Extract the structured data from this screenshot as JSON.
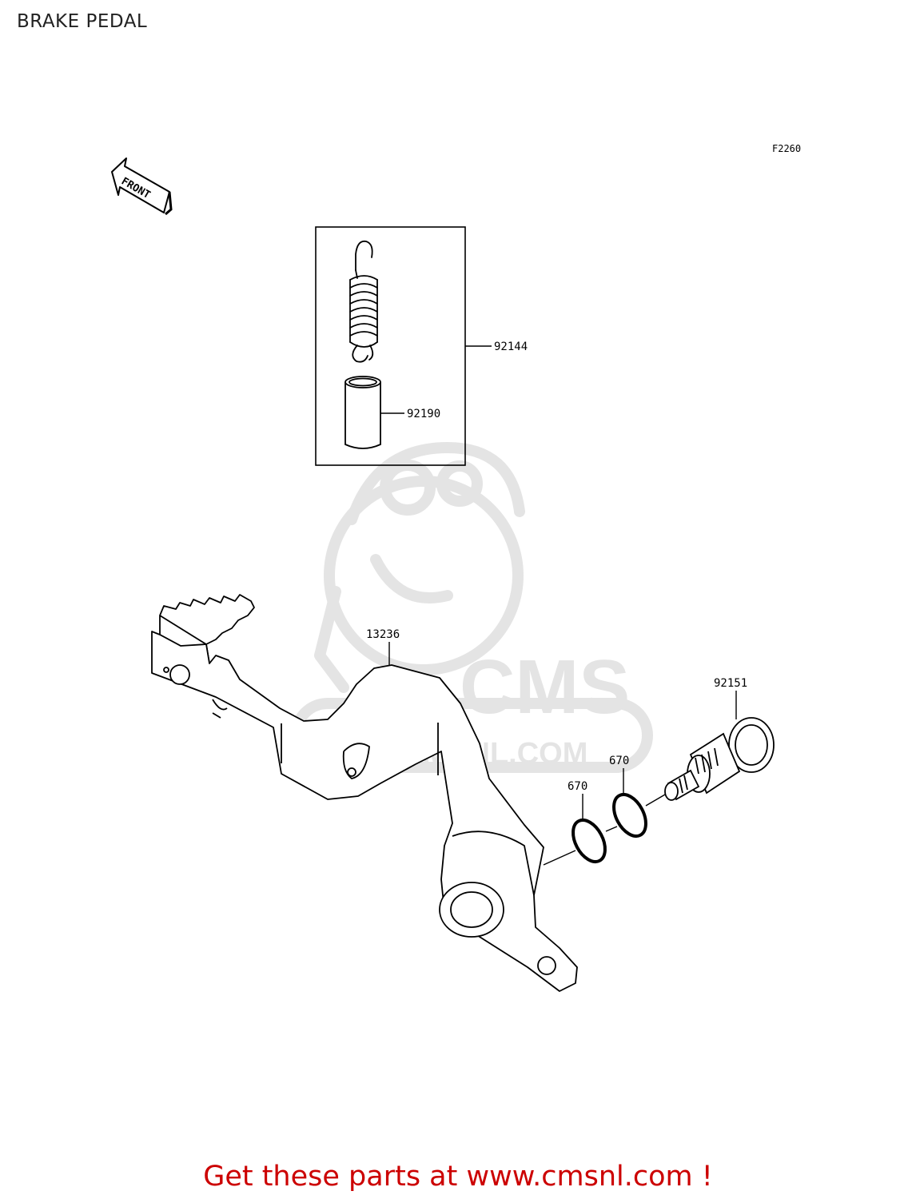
{
  "header": {
    "title": "BRAKE PEDAL"
  },
  "diagram": {
    "figure_code": "F2260",
    "front_arrow_label": "FRONT",
    "callouts": {
      "spring_kit": "92144",
      "collar": "92190",
      "pedal": "13236",
      "shaft_bolt": "92151",
      "oring_a": "670",
      "oring_b": "670"
    },
    "watermark_text": "WWW.CMSNL.COM",
    "watermark_logo_text": "CMS"
  },
  "footer": {
    "link_text": "Get these parts at www.cmsnl.com !"
  },
  "colors": {
    "line": "#000000",
    "watermark": "#e4e4e4",
    "footer_link": "#cc0000"
  }
}
